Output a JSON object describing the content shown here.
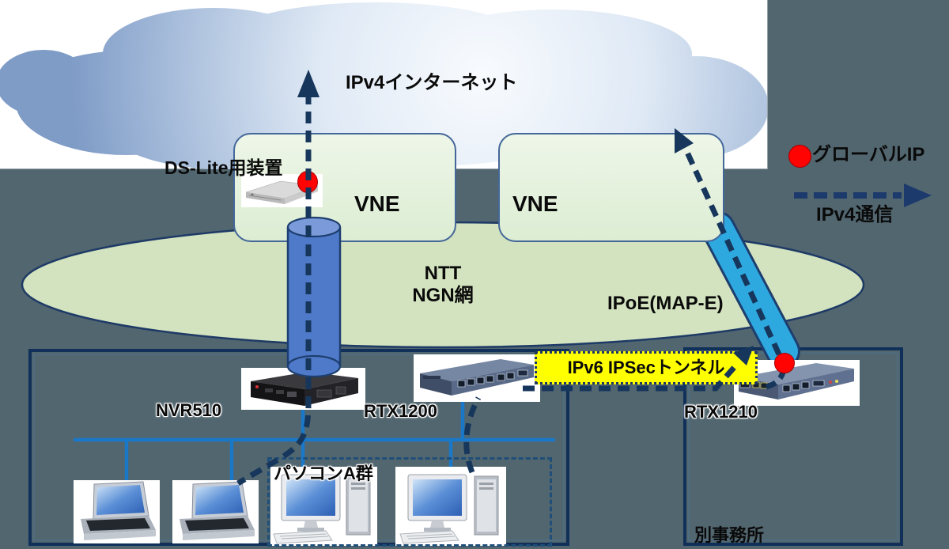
{
  "cloud": {
    "internet_label": "IPv4インターネット"
  },
  "core": {
    "dslite_label": "DS-Lite用装置",
    "vne1": "VNE",
    "vne2": "VNE",
    "ntt_line1": "NTT",
    "ntt_line2": "NGN網",
    "ipoe_label": "IPoE(MAP-E)"
  },
  "legend": {
    "global_ip": "グローバルIP",
    "ipv4_traffic": "IPv4通信"
  },
  "tunnel": {
    "label": "IPv6 IPSecトンネル"
  },
  "office_main": {
    "router1": "NVR510",
    "router2": "RTX1200",
    "pc_group": "パソコンA群"
  },
  "office_branch": {
    "router": "RTX1210",
    "label": "別事務所"
  },
  "colors": {
    "background": "#52666F",
    "navy": "#16365C",
    "lan_blue": "#1A78C8",
    "tunnel_tube_blue": "#2EA9E0",
    "dslite_cylinder_blue": "#4F7AC9",
    "ngn_green": "#D3E3BF",
    "vne_green": "#E7F2DF",
    "highlight_yellow": "#FFFF00",
    "global_ip_red": "#FF0202",
    "cloud_blue": "#7F9CC7"
  }
}
